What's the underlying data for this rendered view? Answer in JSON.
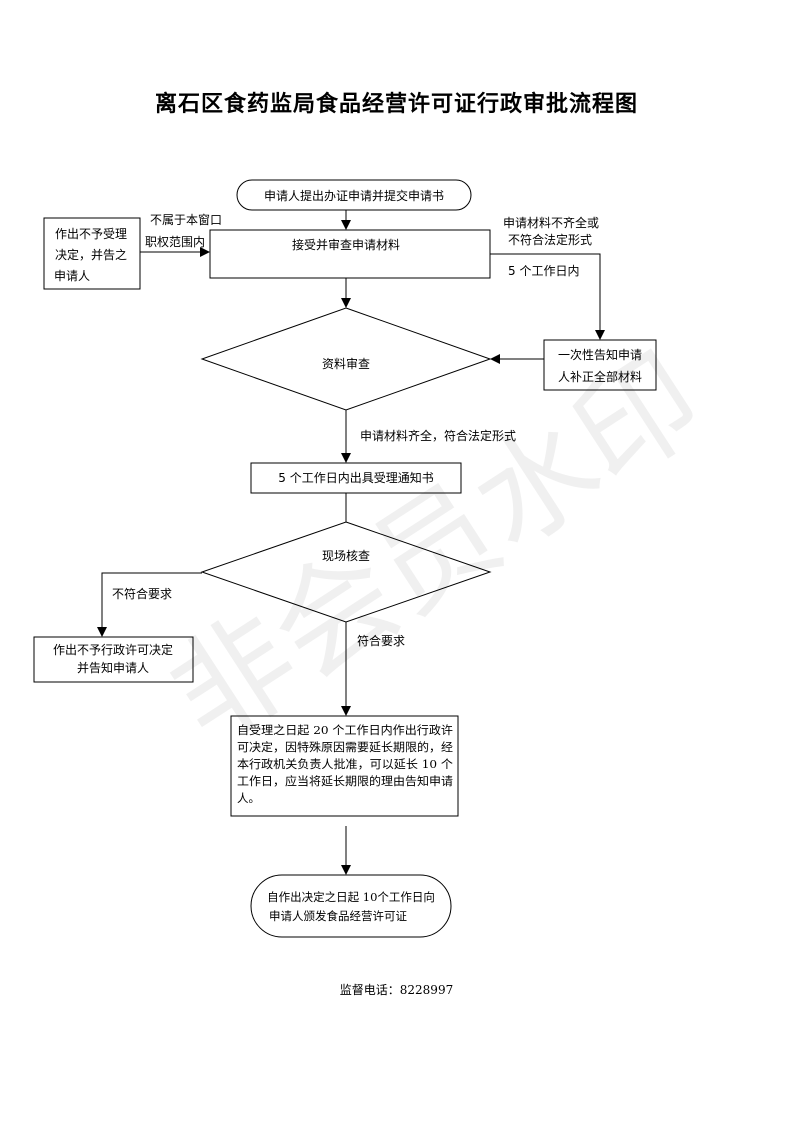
{
  "title": "离石区食药监局食品经营许可证行政审批流程图",
  "watermark": "非会员水印",
  "nodes": {
    "start": "申请人提出办证申请并提交申请书",
    "accept": "接受并审查申请材料",
    "reject_left_lines": [
      "作出不予受理",
      "决定，并告之",
      "申请人"
    ],
    "notify_supplement_lines": [
      "一次性告知申请",
      "人补正全部材料"
    ],
    "review": "资料审查",
    "receipt": "5 个工作日内出具受理通知书",
    "inspect": "现场核查",
    "deny_permit_lines": [
      "作出不予行政许可决定",
      "并告知申请人"
    ],
    "decision_lines": [
      "自受理之日起 20 个工作日内作出行政许",
      "可决定，因特殊原因需要延长期限的，经",
      "本行政机关负责人批准，可以延长 10 个",
      "工作日，应当将延长期限的理由告知申请",
      "人。"
    ],
    "end_lines": [
      "自作出决定之日起 10个工作日向",
      "申请人颁发食品经营许可证"
    ]
  },
  "labels": {
    "not_in_scope_lines": [
      "不属于本窗口",
      "职权范围内"
    ],
    "incomplete_lines": [
      "申请材料不齐全或",
      "不符合法定形式"
    ],
    "five_days": "5 个工作日内",
    "complete": "申请材料齐全，符合法定形式",
    "not_meet": "不符合要求",
    "meet": "符合要求"
  },
  "footer": "监督电话：8228997"
}
